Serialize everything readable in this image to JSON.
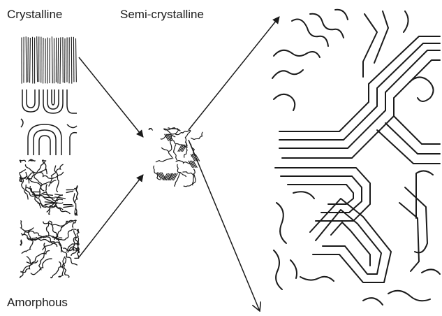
{
  "labels": {
    "crystalline": "Crystalline",
    "semi_crystalline": "Semi-crystalline",
    "amorphous": "Amorphous"
  },
  "panels": [
    "crystalline-lamellae",
    "folded-chains",
    "mixed-chains",
    "random-coil"
  ],
  "colors": {
    "ink": "#1a1a1a",
    "background": "#ffffff"
  }
}
